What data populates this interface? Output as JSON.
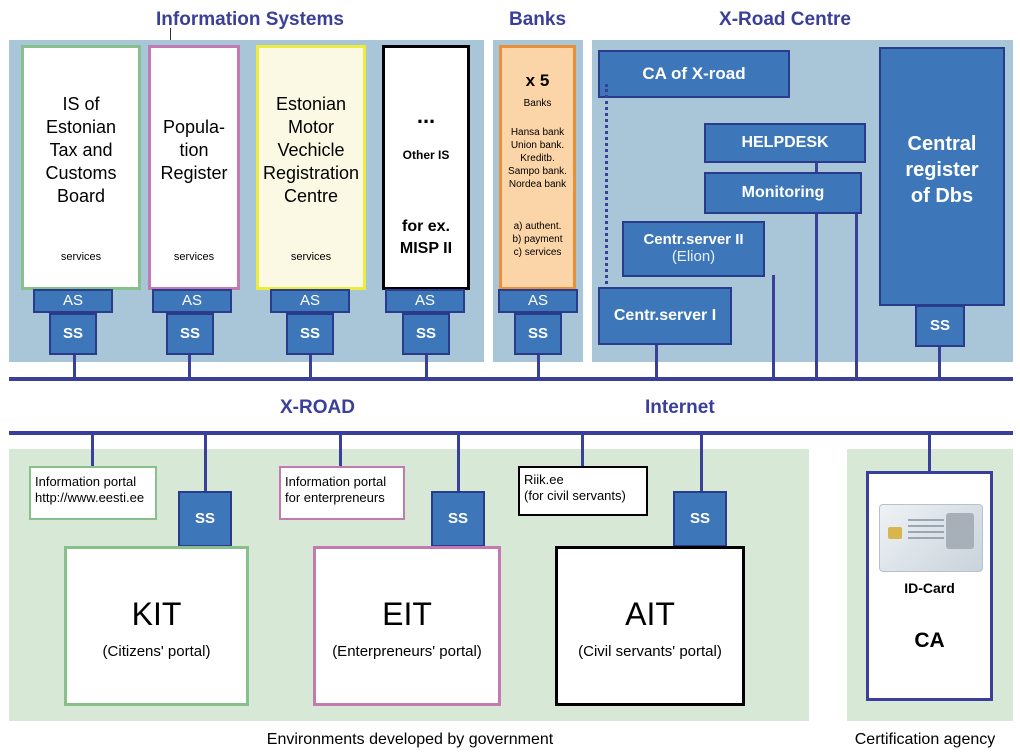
{
  "sections": {
    "information_systems": "Information Systems",
    "banks": "Banks",
    "xroad_centre": "X-Road Centre"
  },
  "systems": [
    {
      "name": [
        "IS of",
        "Estonian",
        "Tax and",
        "Customs",
        "Board"
      ],
      "services": "services",
      "color": "#88c08c"
    },
    {
      "name": [
        "Popula-",
        "tion",
        "Register"
      ],
      "services": "services",
      "color": "#c27ab0"
    },
    {
      "name": [
        "Estonian",
        "Motor",
        "Vechicle",
        "Registration",
        "Centre"
      ],
      "services": "services",
      "color": "#ecec3c"
    },
    {
      "other": {
        "dots": "...",
        "label": "Other IS",
        "example_1": "for ex.",
        "example_2": "MISP II"
      },
      "color": "#000000"
    }
  ],
  "banks": {
    "count": "x 5",
    "label": "Banks",
    "list": [
      "Hansa bank",
      "Union bank.",
      "Kreditb.",
      "Sampo bank.",
      "Nordea bank"
    ],
    "functions": [
      "a) authent.",
      "b) payment",
      "c) services"
    ],
    "color": "#e8913a",
    "fill": "#fbd5a8"
  },
  "adapter_label": "AS",
  "security_server_label": "SS",
  "xroad_centre": {
    "ca": "CA of X-road",
    "helpdesk": "HELPDESK",
    "monitoring": "Monitoring",
    "centr_server_2": "Centr.server II",
    "centr_server_2_sub": "(Elion)",
    "centr_server_1": "Centr.server I",
    "central_register": [
      "Central",
      "register",
      "of Dbs"
    ]
  },
  "network": {
    "xroad": "X-ROAD",
    "internet": "Internet"
  },
  "portals": [
    {
      "lines": [
        "Information portal",
        "http://www.eesti.ee"
      ],
      "color": "#88c08c"
    },
    {
      "lines": [
        "Information portal",
        "for enterpreneurs"
      ],
      "color": "#c27ab0"
    },
    {
      "lines": [
        "Riik.ee",
        "(for civil servants)"
      ],
      "color": "#000000"
    }
  ],
  "environments": [
    {
      "abbr": "KIT",
      "desc": "(Citizens' portal)",
      "color": "#88c08c"
    },
    {
      "abbr": "EIT",
      "desc": "(Enterpreneurs' portal)",
      "color": "#c27ab0"
    },
    {
      "abbr": "AIT",
      "desc": "(Civil servants' portal)",
      "color": "#000000"
    }
  ],
  "cert": {
    "id_card": "ID-Card",
    "ca": "CA"
  },
  "captions": {
    "government": "Environments developed by government",
    "certification": "Certification agency"
  },
  "colors": {
    "accent": "#3a3f99",
    "box_blue": "#3d77ba",
    "panel_blue": "#a9c6d8",
    "panel_green": "#d8e8d6"
  }
}
